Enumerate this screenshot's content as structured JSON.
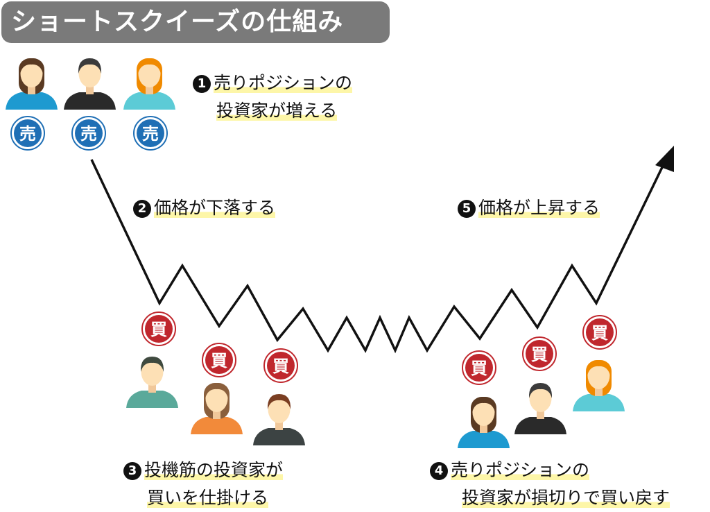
{
  "title": "ショートスクイーズの仕組み",
  "badges": {
    "sell": "売",
    "buy": "買"
  },
  "colors": {
    "sell": "#1f6fb5",
    "buy": "#c0272d",
    "title_bg": "#7a7a7a",
    "highlight": "#fdf6a8"
  },
  "steps": [
    {
      "num": "1",
      "lines": [
        "売りポジションの",
        "投資家が増える"
      ]
    },
    {
      "num": "2",
      "lines": [
        "価格が下落する"
      ]
    },
    {
      "num": "3",
      "lines": [
        "投機筋の投資家が",
        "買いを仕掛ける"
      ]
    },
    {
      "num": "4",
      "lines": [
        "売りポジションの",
        "投資家が損切りで買い戻す"
      ]
    },
    {
      "num": "5",
      "lines": [
        "価格が上昇する"
      ]
    }
  ]
}
